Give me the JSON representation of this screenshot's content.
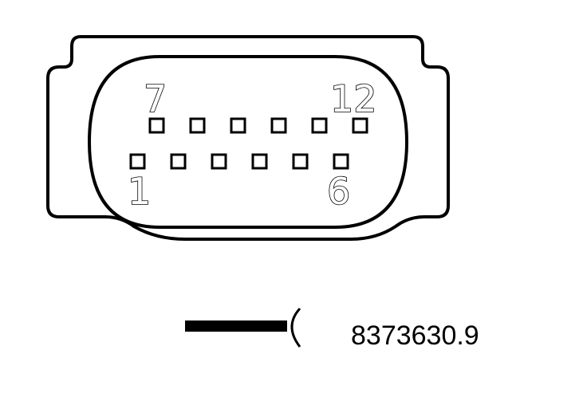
{
  "connector": {
    "pin_rows": [
      {
        "row": "top",
        "pins": [
          "7",
          "8",
          "9",
          "10",
          "11",
          "12"
        ],
        "labels": {
          "first": "7",
          "last": "12"
        }
      },
      {
        "row": "bottom",
        "pins": [
          "1",
          "2",
          "3",
          "4",
          "5",
          "6"
        ],
        "labels": {
          "first": "1",
          "last": "6"
        }
      }
    ]
  },
  "legend": {
    "part_number": "8373630.9"
  },
  "colors": {
    "stroke": "#000000",
    "background": "#ffffff"
  }
}
